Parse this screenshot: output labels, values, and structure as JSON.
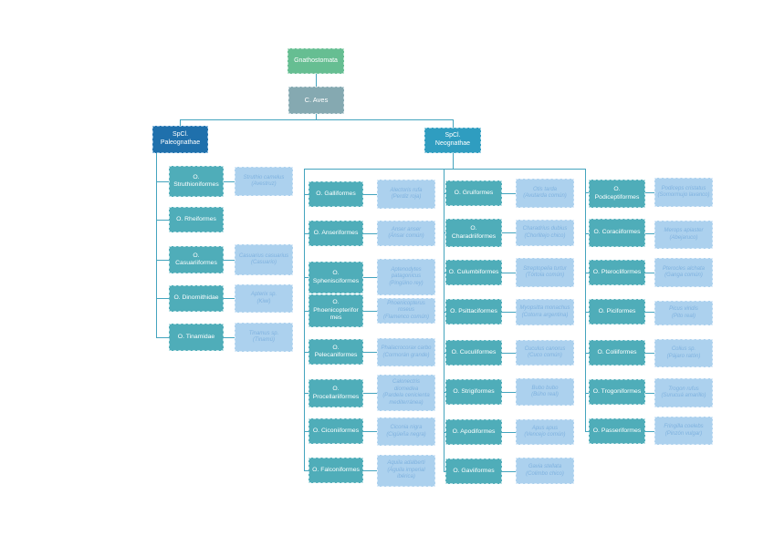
{
  "tree": {
    "root_label": "Gnathostomata",
    "aves_label": "C. Aves",
    "paleognathae": {
      "label": "SpCl. Paleognathae",
      "rows": [
        {
          "order": "O. Struthioniformes",
          "sci": "Struthio camelus",
          "common": "(Avestruz)"
        },
        {
          "order": "O. Rheiformes"
        },
        {
          "order": "O. Casuariiformes",
          "sci": "Casuarius casuarius",
          "common": "(Casuario)"
        },
        {
          "order": "O. Dinornithidae",
          "sci": "Apterix sp.",
          "common": "(Kiwi)"
        },
        {
          "order": "O. Tinamidae",
          "sci": "Tinamus sp.",
          "common": "(Tinamú)"
        }
      ]
    },
    "neognathae": {
      "label": "SpCl. Neognathae",
      "columns": [
        {
          "rows": [
            {
              "order": "O. Galliformes",
              "sci": "Alectoris rufa",
              "common": "(Perdiz roja)"
            },
            {
              "order": "O. Anseriformes",
              "sci": "Anser anser",
              "common": "(Ánsar común)"
            },
            {
              "order": "O. Sphenisciformes",
              "sci": "Aptenodytes patagonicus",
              "common": "(Pingüino rey)"
            },
            {
              "order": "O. Phoenicopteriformes",
              "sci": "Phoenicopterus roseus",
              "common": "(Flamenco común)"
            },
            {
              "order": "O. Pelecaniformes",
              "sci": "Phalacrocorax carbo",
              "common": "(Cormorán grande)"
            },
            {
              "order": "O. Procellariiformes",
              "sci": "Calonectris diomedea",
              "common": "(Pardela cenicienta mediterránea)"
            },
            {
              "order": "O. Ciconiiformes",
              "sci": "Ciconia nigra",
              "common": "(Cigüeña negra)"
            },
            {
              "order": "O. Falconiformes",
              "sci": "Aquila adalberti",
              "common": "(Águila imperial ibérica)"
            }
          ]
        },
        {
          "rows": [
            {
              "order": "O. Gruiformes",
              "sci": "Otis tarda",
              "common": "(Avutarda común)"
            },
            {
              "order": "O. Charadriiformes",
              "sci": "Charadrius dubius",
              "common": "(Chorlitejo chico)"
            },
            {
              "order": "O. Culumbiformes",
              "sci": "Streptopelia turtur",
              "common": "(Tórtola común)"
            },
            {
              "order": "O. Psittaciformes",
              "sci": "Myopsitta monachus",
              "common": "(Cotorra argentina)"
            },
            {
              "order": "O. Cuculiformes",
              "sci": "Cuculus canorus",
              "common": "(Cuco común)"
            },
            {
              "order": "O. Strigiformes",
              "sci": "Bubo bubo",
              "common": "(Búho real)"
            },
            {
              "order": "O. Apodiformes",
              "sci": "Apus apus",
              "common": "(Vencejo común)"
            },
            {
              "order": "O. Gaviiformes",
              "sci": "Gavia stellata",
              "common": "(Colimbo chico)"
            }
          ]
        },
        {
          "rows": [
            {
              "order": "O. Podiceptiformes",
              "sci": "Podiceps cristatus",
              "common": "(Somormujo lavanco)"
            },
            {
              "order": "O. Coraciiformes",
              "sci": "Merops apiaster",
              "common": "(Abejaruco)"
            },
            {
              "order": "O. Pterocliformes",
              "sci": "Pterocles alchata",
              "common": "(Ganga común)"
            },
            {
              "order": "O. Piciformes",
              "sci": "Picus viridis",
              "common": "(Pito real)"
            },
            {
              "order": "O. Coliiformes",
              "sci": "Colius sp.",
              "common": "(Pájaro ratón)"
            },
            {
              "order": "O. Trogoniformes",
              "sci": "Trogon rufus",
              "common": "(Surucuá amarillo)"
            },
            {
              "order": "O. Passeriformes",
              "sci": "Fringilla coelebs",
              "common": "(Pinzón vulgar)"
            }
          ]
        }
      ]
    },
    "colors": {
      "root": "#66BE92",
      "aves": "#85A9B1",
      "paleognathae": "#1F70AC",
      "neognathae": "#2F9DC0",
      "order": "#4FADB9",
      "species_bg": "#ACD1EE",
      "species_text": "#7FB2DF",
      "line": "#44A4BE"
    }
  }
}
